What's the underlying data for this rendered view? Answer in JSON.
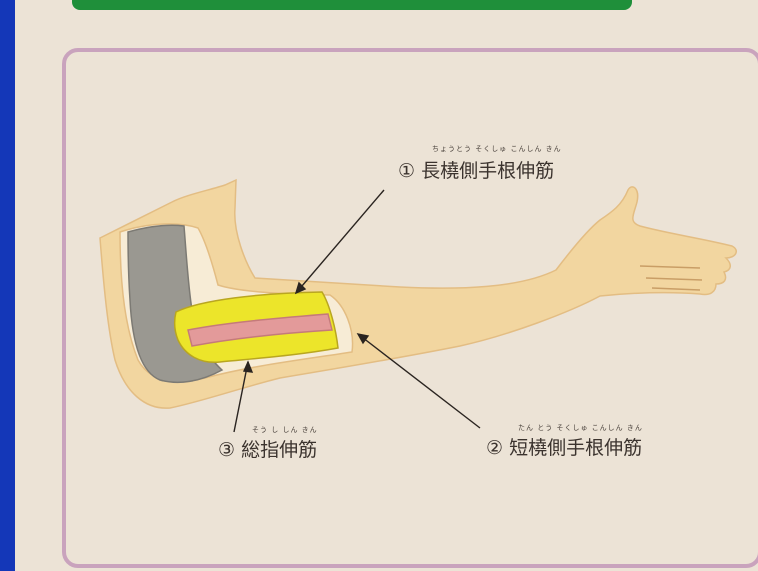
{
  "labels": {
    "m1": {
      "number": "①",
      "name": "長橈側手根伸筋",
      "reading": "ちょうとう そくしゅ こんしん きん"
    },
    "m2": {
      "number": "②",
      "name": "短橈側手根伸筋",
      "reading": "たん とう そくしゅ こんしん きん"
    },
    "m3": {
      "number": "③",
      "name": "総指伸筋",
      "reading": "そう し しん きん"
    }
  },
  "colors": {
    "skin": "#f2d6a0",
    "skin_shadow": "#e3bd83",
    "bone": "#9a9891",
    "muscle_yellow": "#ece52a",
    "muscle_pink": "#e39a9a",
    "frame": "#c9a3bd",
    "background": "#1437b8"
  }
}
